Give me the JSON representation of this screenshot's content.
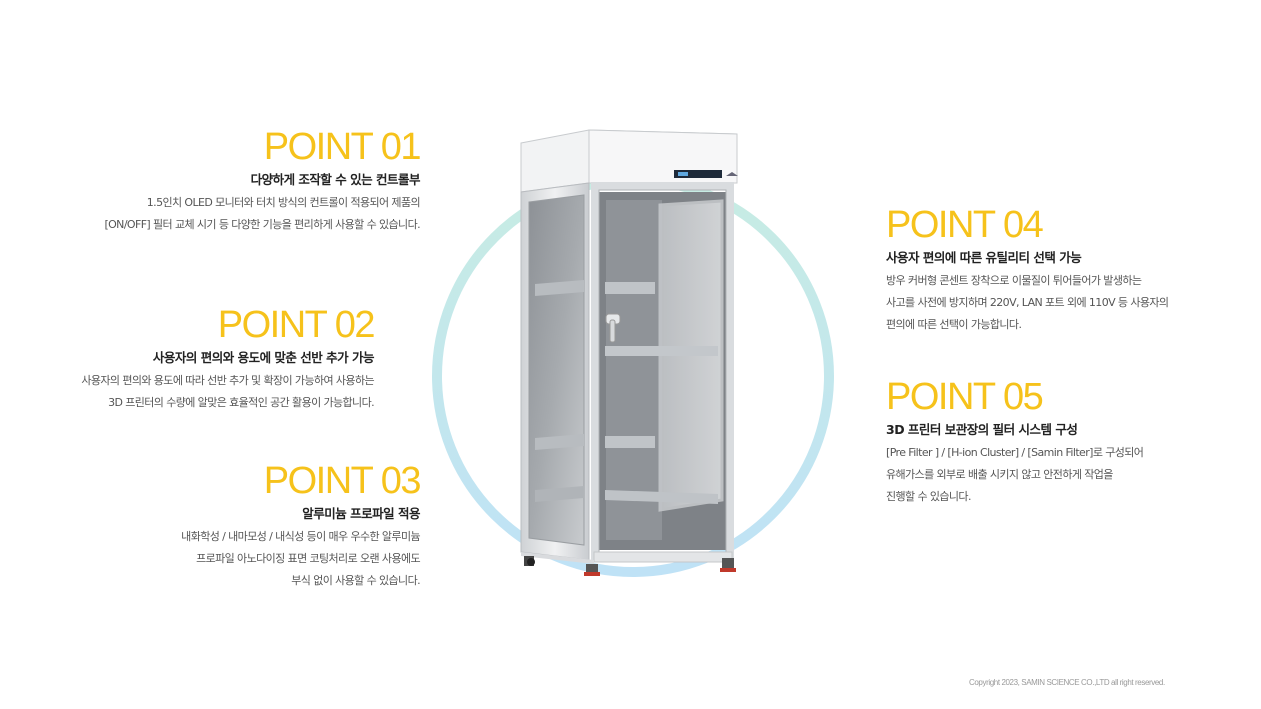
{
  "points": [
    {
      "title": "POINT 01",
      "subtitle": "다양하게 조작할 수 있는 컨트롤부",
      "lines": [
        "1.5인치 OLED 모니터와 터치 방식의 컨트롤이 적용되어 제품의",
        "[ON/OFF] 필터 교체 시기 등 다양한 기능을 편리하게 사용할 수 있습니다."
      ]
    },
    {
      "title": "POINT 02",
      "subtitle": "사용자의 편의와 용도에 맞춘 선반 추가 가능",
      "lines": [
        "사용자의 편의와 용도에 따라 선반 추가 및 확장이 가능하여 사용하는",
        "3D 프린터의 수량에 알맞은 효율적인 공간 활용이 가능합니다."
      ]
    },
    {
      "title": "POINT 03",
      "subtitle": "알루미늄 프로파일 적용",
      "lines": [
        "내화학성 / 내마모성 / 내식성 등이 매우 우수한 알루미늄",
        "프로파일 아노다이징 표면 코팅처리로 오랜 사용에도",
        "부식 없이 사용할 수 있습니다."
      ]
    },
    {
      "title": "POINT 04",
      "subtitle": "사용자 편의에 따른 유틸리티 선택 가능",
      "lines": [
        "방우 커버형 콘센트 장착으로 이물질이 튀어들어가 발생하는",
        "사고를 사전에 방지하며 220V, LAN 포트 외에 110V 등 사용자의",
        "편의에 따른 선택이 가능합니다."
      ]
    },
    {
      "title": "POINT 05",
      "subtitle": "3D 프린터 보관장의 필터 시스템 구성",
      "lines": [
        "[Pre Filter ] / [H-ion Cluster] / [Samin Filter]로 구성되어",
        "유해가스를 외부로 배출 시키지 않고 안전하게 작업을",
        "진행할 수 있습니다."
      ]
    }
  ],
  "copyright": "Copyright 2023, SAMIN SCIENCE CO.,LTD all right reserved.",
  "colors": {
    "accent": "#f6c21b",
    "ring_start": "#c6ece4",
    "ring_end": "#bfe3f5"
  },
  "icons": [
    "cabinet-product-image",
    "gradient-ring"
  ]
}
